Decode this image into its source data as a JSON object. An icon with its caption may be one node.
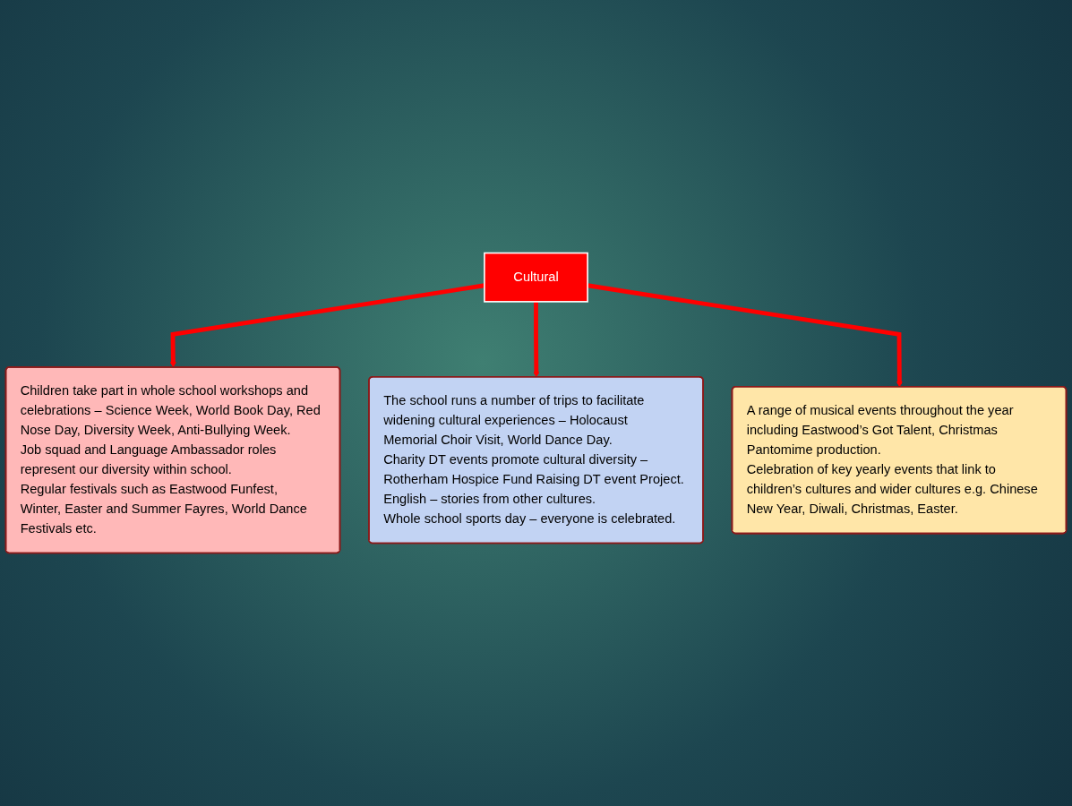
{
  "diagram": {
    "nodes": [
      {
        "text": [
          "Cultural"
        ]
      },
      {
        "text": [
          "Children take part in whole school workshops and celebrations – Science Week, World Book Day, Red Nose Day, Diversity Week, Anti-Bullying Week.",
          "Job squad and Language Ambassador roles represent our diversity within school.",
          "Regular festivals such as Eastwood Funfest, Winter, Easter and Summer Fayres, World Dance Festivals etc."
        ]
      },
      {
        "text": [
          "A range of musical events throughout the year including Eastwood’s Got Talent, Christmas Pantomime production.",
          "Celebration of key yearly events that link to children’s cultures and wider cultures e.g. Chinese New Year, Diwali, Christmas, Easter."
        ]
      },
      {
        "text": [
          "The school runs a number of trips to facilitate widening cultural experiences – Holocaust Memorial Choir Visit, World Dance Day.",
          "Charity DT events promote cultural diversity – Rotherham Hospice Fund Raising DT event Project.",
          "English – stories from other cultures.",
          "Whole school sports day – everyone is celebrated."
        ]
      }
    ],
    "edges": [
      {
        "from": 0,
        "to": 1,
        "arrow": "to"
      },
      {
        "from": 0,
        "to": 3,
        "arrow": "to"
      },
      {
        "from": 0,
        "to": 2,
        "arrow": "to"
      }
    ]
  }
}
